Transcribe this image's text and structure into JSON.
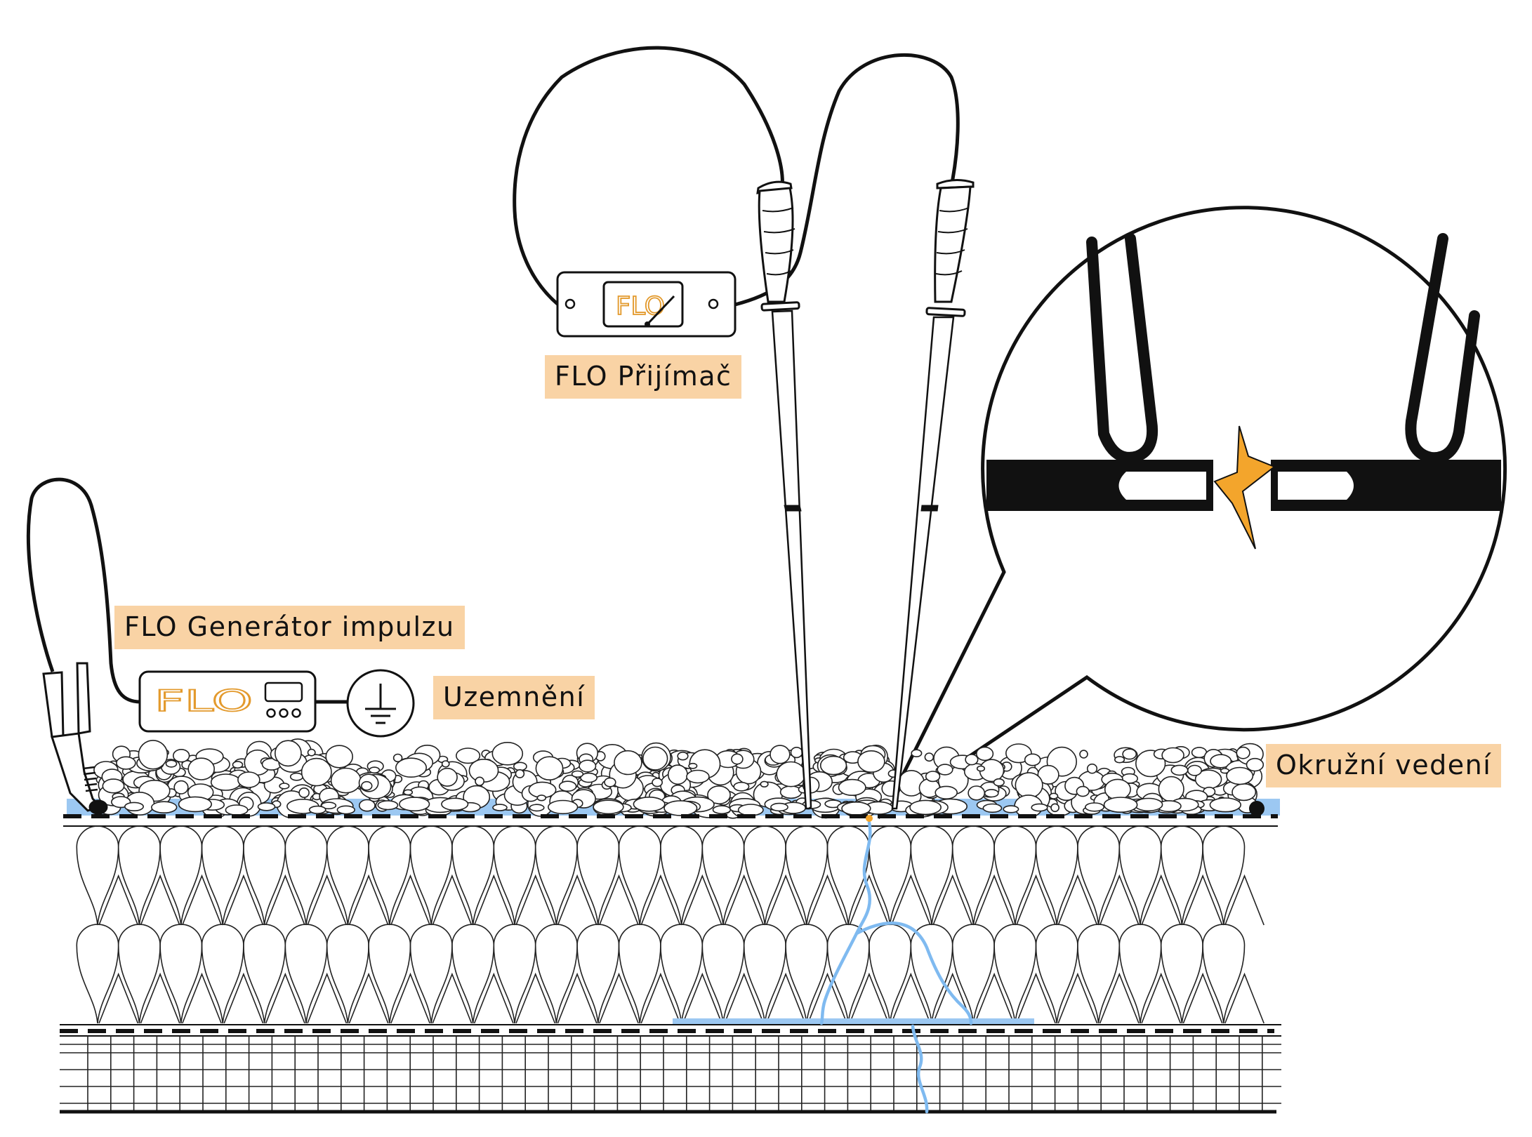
{
  "labels": {
    "receiver": "FLO Přijímač",
    "generator": "FLO Generátor impulzu",
    "ground": "Uzemnění",
    "ring_conductor": "Okružní vedení"
  },
  "logos": {
    "receiver_logo": "FLO",
    "generator_logo": "FLO"
  },
  "icons": [
    "ground-symbol-icon",
    "lightning-spark-icon",
    "alligator-clip-icon",
    "gauge-needle-icon"
  ],
  "colors": {
    "water": "#9cc8f2",
    "label_background": "#f9d3a5",
    "logo_orange": "#e39a2d",
    "spark": "#f3a52c",
    "line": "#111111"
  }
}
